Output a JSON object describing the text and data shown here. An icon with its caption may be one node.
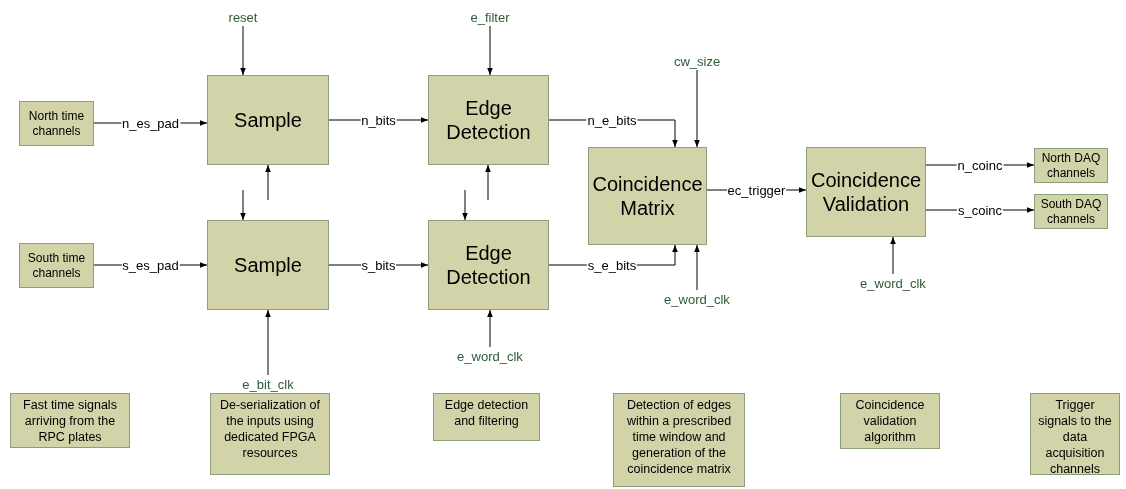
{
  "diagram": {
    "nodes": [
      {
        "text": [
          "North time channels"
        ]
      },
      {
        "text": [
          "reset"
        ]
      },
      {
        "text": [
          "Sample"
        ]
      },
      {
        "text": [
          "e_filter"
        ]
      },
      {
        "text": [
          "Edge Detection"
        ]
      },
      {
        "text": [
          "cw_size"
        ]
      },
      {
        "text": [
          "Coincidence Matrix"
        ]
      },
      {
        "text": [
          "Coincidence Validation"
        ]
      },
      {
        "text": [
          "North DAQ channels"
        ]
      },
      {
        "text": [
          "South DAQ channels"
        ]
      },
      {
        "text": [
          "South time channels"
        ]
      },
      {
        "text": [
          "Sample"
        ]
      },
      {
        "text": [
          "Edge Detection"
        ]
      },
      {
        "text": [
          "e_word_clk"
        ]
      },
      {
        "text": [
          "e_word_clk"
        ]
      },
      {
        "text": [
          "e_bit_clk"
        ]
      },
      {
        "text": [
          "e_word_clk"
        ]
      },
      {
        "text": [
          "Fast time signals arriving from the RPC plates"
        ]
      },
      {
        "text": [
          "De-serialization of the inputs using dedicated FPGA resources"
        ]
      },
      {
        "text": [
          "Edge detection and filtering"
        ]
      },
      {
        "text": [
          "Detection of edges within a prescribed time window and generation of the coincidence matrix"
        ]
      },
      {
        "text": [
          "Coincidence validation algorithm"
        ]
      },
      {
        "text": [
          "Trigger signals to the data acquisition channels"
        ]
      }
    ],
    "edges": [
      {
        "from": 0,
        "to": 2,
        "arrow": "to",
        "label": "n_es_pad"
      },
      {
        "from": 1,
        "to": 2,
        "arrow": "to"
      },
      {
        "from": 2,
        "to": 4,
        "arrow": "to",
        "label": "n_bits"
      },
      {
        "from": 3,
        "to": 4,
        "arrow": "to"
      },
      {
        "from": 4,
        "to": 6,
        "arrow": "to",
        "label": "n_e_bits"
      },
      {
        "from": 5,
        "to": 6,
        "arrow": "to"
      },
      {
        "from": 6,
        "to": 7,
        "arrow": "to",
        "label": "ec_trigger"
      },
      {
        "from": 7,
        "to": 8,
        "arrow": "to",
        "label": "n_coinc"
      },
      {
        "from": 7,
        "to": 9,
        "arrow": "to",
        "label": "s_coinc"
      },
      {
        "from": 10,
        "to": 11,
        "arrow": "to",
        "label": "s_es_pad"
      },
      {
        "from": 11,
        "to": 12,
        "arrow": "to",
        "label": "s_bits"
      },
      {
        "from": 12,
        "to": 6,
        "arrow": "to",
        "label": "s_e_bits"
      },
      {
        "from": 13,
        "to": 6,
        "arrow": "to"
      },
      {
        "from": 14,
        "to": 7,
        "arrow": "to"
      },
      {
        "from": 15,
        "to": 11,
        "arrow": "to"
      },
      {
        "from": 16,
        "to": 12,
        "arrow": "to"
      },
      {
        "from": null,
        "to": 11,
        "arrow": "to"
      },
      {
        "from": null,
        "to": 2,
        "arrow": "to"
      },
      {
        "from": null,
        "to": 12,
        "arrow": "to"
      },
      {
        "from": null,
        "to": 4,
        "arrow": "to"
      }
    ]
  }
}
